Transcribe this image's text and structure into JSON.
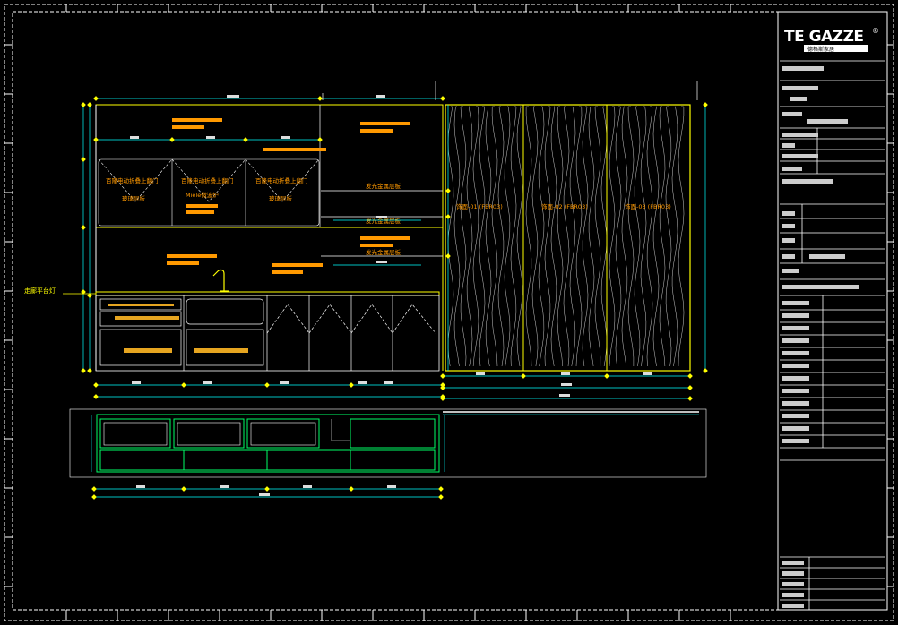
{
  "colors": {
    "background": "#000000",
    "frame": "#ffffff",
    "cabinet_outline": "#ffff00",
    "dimension": "#00ffff",
    "annotation": "#ff9900",
    "interior": "#ffffff",
    "drawer_fill": "#e6a520",
    "plan": "#00ff66",
    "wood_grain": "#ffffff"
  },
  "title_block": {
    "logo": "TE GAZZE",
    "logo_sub": "德格斯家居"
  },
  "drawing": {
    "left_note": "走廊平台灯",
    "upper_door_labels": [
      "百隆电动折叠上翻门",
      "百隆电动折叠上翻门",
      "百隆电动折叠上翻门"
    ],
    "glass_labels": [
      "玻璃层板",
      "玻璃层板"
    ],
    "microwave": "Miele微波炉",
    "rack_labels": [
      "发光金属层板",
      "发光金属层板",
      "发光金属层板"
    ],
    "wood_panels": [
      "饰面-01 (FBR03)",
      "饰面-02 (FBR03)",
      "饰面-03 (FBR03)"
    ]
  }
}
